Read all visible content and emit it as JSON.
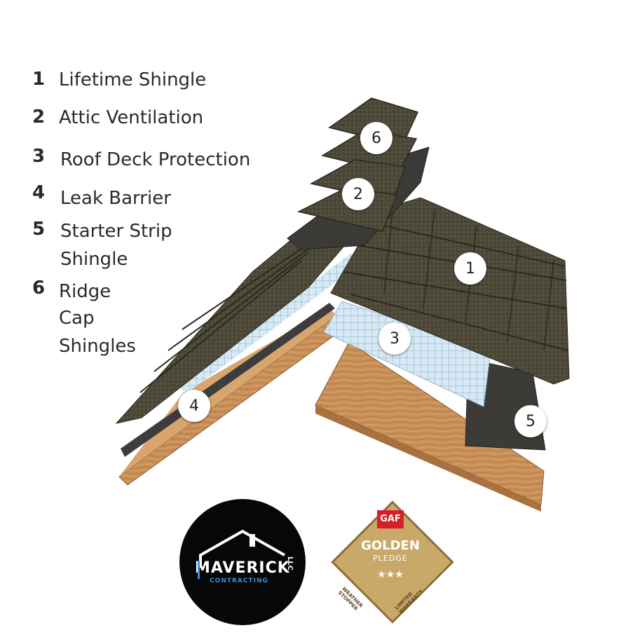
{
  "legend": [
    {
      "num": "1",
      "lines": [
        "Lifetime Shingle"
      ]
    },
    {
      "num": "2",
      "lines": [
        "Attic Ventilation"
      ]
    },
    {
      "num": "3",
      "lines": [
        "Roof Deck Protection"
      ]
    },
    {
      "num": "4",
      "lines": [
        "Leak Barrier"
      ]
    },
    {
      "num": "5",
      "lines": [
        "Starter Strip",
        "Shingle"
      ]
    },
    {
      "num": "6",
      "lines": [
        "Ridge",
        "Cap",
        "Shingles"
      ]
    }
  ],
  "callouts": [
    "1",
    "2",
    "3",
    "4",
    "5",
    "6"
  ],
  "logo_maverick": {
    "name": "MAVERICK",
    "suffix": "LLC",
    "tagline": "CONTRACTING"
  },
  "logo_gaf": {
    "brand": "GAF",
    "title": "GOLDEN",
    "subtitle": "PLEDGE",
    "stars": "★★★",
    "left_band": "WEATHER STOPPER",
    "right_band": "LIMITED WARRANTY"
  },
  "colors": {
    "shingle": "#4b4738",
    "shingle_dark": "#2f2c22",
    "deck": "#c8925a",
    "underlay": "#cfe6f2",
    "barrier": "#3a3a3a",
    "gold": "#c9a96a",
    "gaf_red": "#d5202a"
  }
}
